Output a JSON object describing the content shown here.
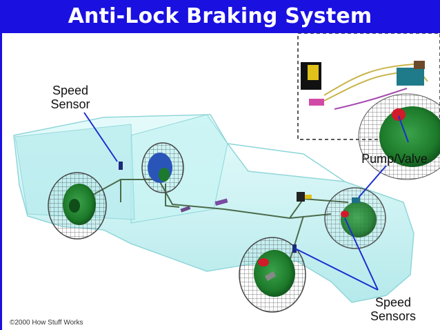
{
  "title": "Anti-Lock Braking System",
  "labels": {
    "speed_sensor": [
      "Speed",
      "Sensor"
    ],
    "pump_valve": "Pump/Valve",
    "speed_sensors": [
      "Speed",
      "Sensors"
    ]
  },
  "copyright": "©2000 How Stuff Works",
  "colors": {
    "title_bar": "#1a10e0",
    "title_text": "#ffffff",
    "body_tint": "#bfeff0",
    "wheel_green": "#1d7a2a",
    "leader_line": "#1a2fd0"
  }
}
